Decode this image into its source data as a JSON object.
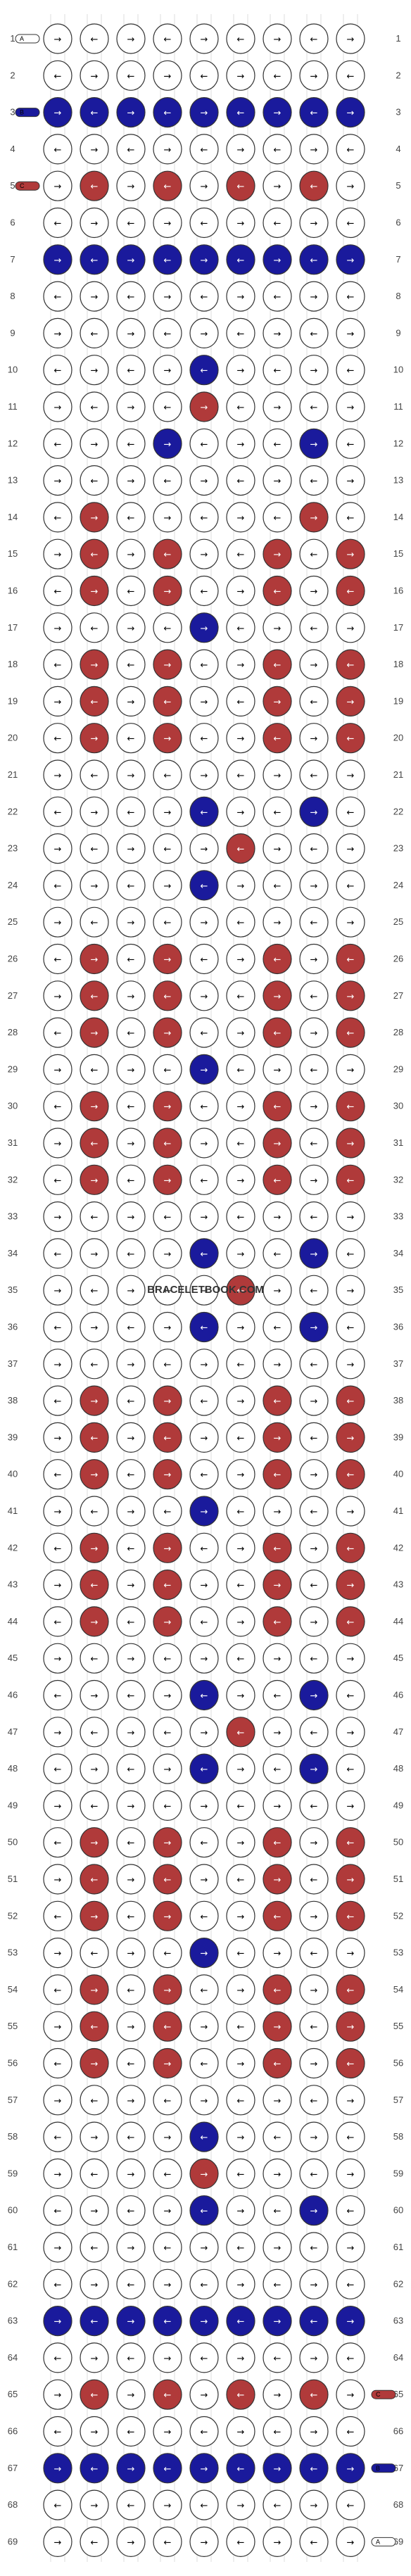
{
  "watermark": "BRACELETBOOK.COM",
  "colors": {
    "A": "#ffffff",
    "B": "#1a1a9c",
    "C": "#b03a3a",
    "outline": "#333333",
    "string": "#555555"
  },
  "strings": [
    "A",
    "B",
    "C",
    "A",
    "A",
    "A",
    "A",
    "A",
    "A",
    "B",
    "C",
    "A",
    "A",
    "A",
    "A",
    "A",
    "A",
    "A",
    "A"
  ],
  "string_labels": {
    "1": "A",
    "3": "B",
    "5": "C"
  },
  "bottom_labels": {
    "65": "C",
    "67": "B",
    "69": "A"
  },
  "row_count": 69,
  "rows": [
    "AAAAAAAAA",
    "AAAAAAAAA",
    "BBBBBBBBB",
    "AAAAAAAAA",
    "ACACACACA",
    "AAAAAAAAA",
    "BBBBBBBBB",
    "AAAAAAAAA",
    "AAAAAAAAA",
    "AAAABAAAA",
    "AAAACAAAA",
    "AAABAAABA",
    "AAAAAAAAA",
    "ACAAAAACA",
    "ACACAACAC",
    "ACACAACAC",
    "AAAABAAAA",
    "ACACAACAC",
    "ACACAACAC",
    "ACACAACAC",
    "AAAAAAAAA",
    "AAAABAABA",
    "AAAAACAAA",
    "AAAABAAAA",
    "AAAAAAAAA",
    "ACACAACAC",
    "ACACAACAC",
    "ACACAACAC",
    "AAAABAAAA",
    "ACACAACAC",
    "ACACAACAC",
    "ACACAACAC",
    "AAAAAAAAA",
    "AAAABAABA",
    "AAAAACAAA",
    "AAAABAABA",
    "AAAAAAAAA",
    "ACACAACAC",
    "ACACAACAC",
    "ACACAACAC",
    "AAAABAAAA",
    "ACACAACAC",
    "ACACAACAC",
    "ACACAACAC",
    "AAAAAAAAA",
    "AAAABAABA",
    "AAAAACAAA",
    "AAAABAABA",
    "AAAAAAAAA",
    "ACACAACAC",
    "ACACAACAC",
    "ACACAACAC",
    "AAAABAAAA",
    "ACACAACAC",
    "ACACAACAC",
    "ACACAACAC",
    "AAAAAAAAA",
    "AAAABAAAA",
    "AAAACAAAA",
    "AAAABAABA",
    "AAAAAAAAA",
    "AAAAAAAAA",
    "BBBBBBBBB",
    "AAAAAAAAA",
    "ACACACACA",
    "AAAAAAAAA",
    "BBBBBBBBB",
    "AAAAAAAAA",
    "AAAAAAAAA"
  ]
}
